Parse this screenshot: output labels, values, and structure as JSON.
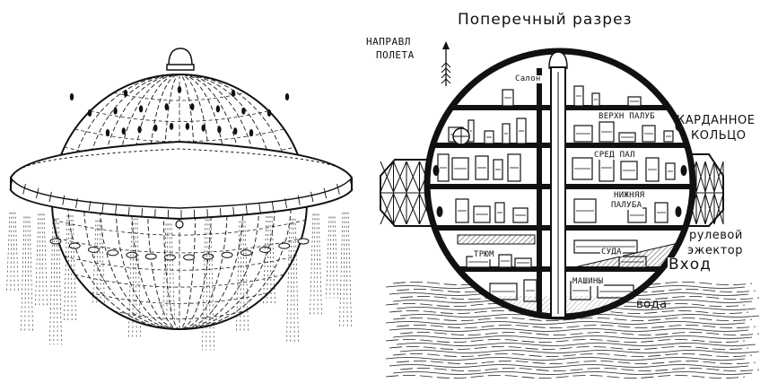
{
  "title": "Поперечный разрез",
  "labels": {
    "flight_dir": [
      "НАПРАВЛ",
      "ПОЛЕТА"
    ],
    "salon": "Салон",
    "upper_deck": "ВЕРХН ПАЛУБ",
    "middle_deck": "СРЕД ПАЛ",
    "lower_deck": [
      "НИЖНЯЯ",
      "ПАЛУБА"
    ],
    "hold": "ТРЮМ",
    "boats": "СУДА",
    "machines": "МАШИНЫ",
    "gimbal": [
      "КАРДАННОЕ",
      "КОЛЬЦО"
    ],
    "rudder_ejector": [
      "рулевой",
      "эжектор"
    ],
    "entrance": "Вход",
    "water": "вода"
  }
}
